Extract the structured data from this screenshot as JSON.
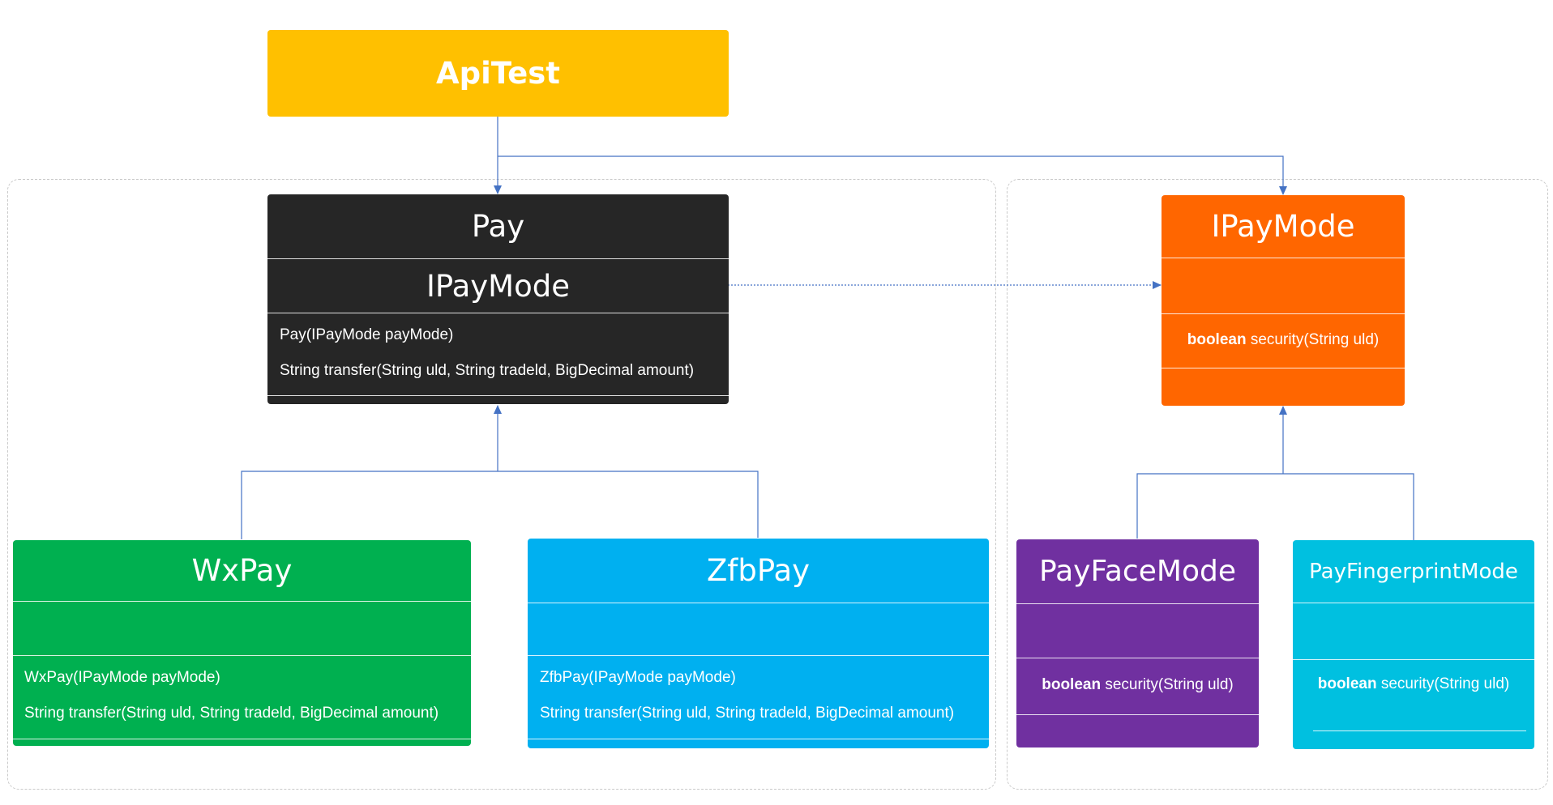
{
  "apitest": {
    "title": "ApiTest"
  },
  "pay": {
    "title": "Pay",
    "attribute": "IPayMode",
    "methods": [
      "Pay(IPayMode payMode)",
      "String transfer(String uld, String tradeld, BigDecimal amount)"
    ]
  },
  "ipaymode": {
    "title": "IPayMode",
    "method_keyword": "boolean",
    "method_rest": " security(String uld)"
  },
  "wxpay": {
    "title": "WxPay",
    "methods": [
      "WxPay(IPayMode payMode)",
      "String transfer(String uld, String tradeld, BigDecimal amount)"
    ]
  },
  "zfbpay": {
    "title": "ZfbPay",
    "methods": [
      "ZfbPay(IPayMode payMode)",
      "String transfer(String uld, String tradeld, BigDecimal amount)"
    ]
  },
  "payfacemode": {
    "title": "PayFaceMode",
    "method_keyword": "boolean",
    "method_rest": " security(String uld)"
  },
  "payfingerprintmode": {
    "title": "PayFingerprintMode",
    "method_keyword": "boolean",
    "method_rest": " security(String uld)"
  },
  "colors": {
    "apitest": "#FFC000",
    "pay": "#262626",
    "ipaymode": "#FF6600",
    "wxpay": "#00B050",
    "zfbpay": "#00B0F0",
    "payfacemode": "#7030A0",
    "payfingerprintmode": "#00C0E0",
    "connector": "#4472C4",
    "frame": "#C9C9C9"
  }
}
